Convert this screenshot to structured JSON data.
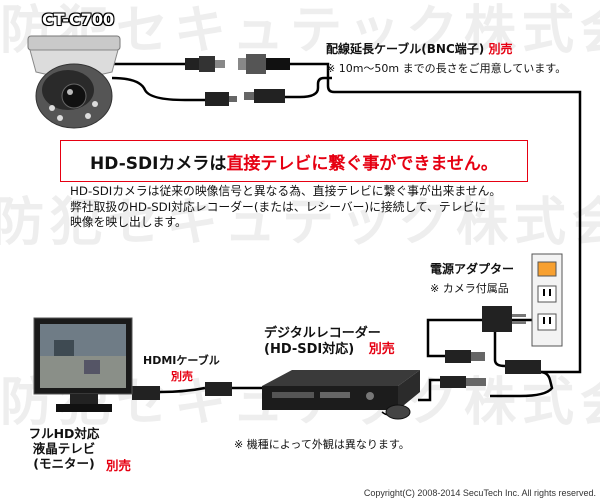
{
  "watermark": "防犯セキュテック株式会社",
  "camera": {
    "model": "CT-C700"
  },
  "cable": {
    "title": "配線延長ケーブル(BNC端子)",
    "sold_separately": "別売",
    "note": "※ 10m～50m までの長さをご用意しています。"
  },
  "notice": {
    "prefix": "HD-SDIカメラは",
    "highlight": "直接テレビに繋ぐ事ができません。"
  },
  "description": {
    "line1": "HD-SDIカメラは従来の映像信号と異なる為、直接テレビに繋ぐ事が出来ません。",
    "line2": "弊社取扱のHD-SDI対応レコーダー(または、レシーバー)に接続して、テレビに",
    "line3": "映像を映し出します。"
  },
  "adapter": {
    "title": "電源アダプター",
    "note": "※ カメラ付属品"
  },
  "recorder": {
    "title": "デジタルレコーダー",
    "subtitle": "(HD-SDI対応)",
    "sold_separately": "別売"
  },
  "hdmi": {
    "title": "HDMIケーブル",
    "sold_separately": "別売"
  },
  "monitor": {
    "line1": "フルHD対応",
    "line2": "液晶テレビ",
    "line3": "(モニター)",
    "sold_separately": "別売"
  },
  "appearance_note": "※ 機種によって外観は異なります。",
  "copyright": "Copyright(C) 2008-2014 SecuTech Inc. All rights reserved."
}
